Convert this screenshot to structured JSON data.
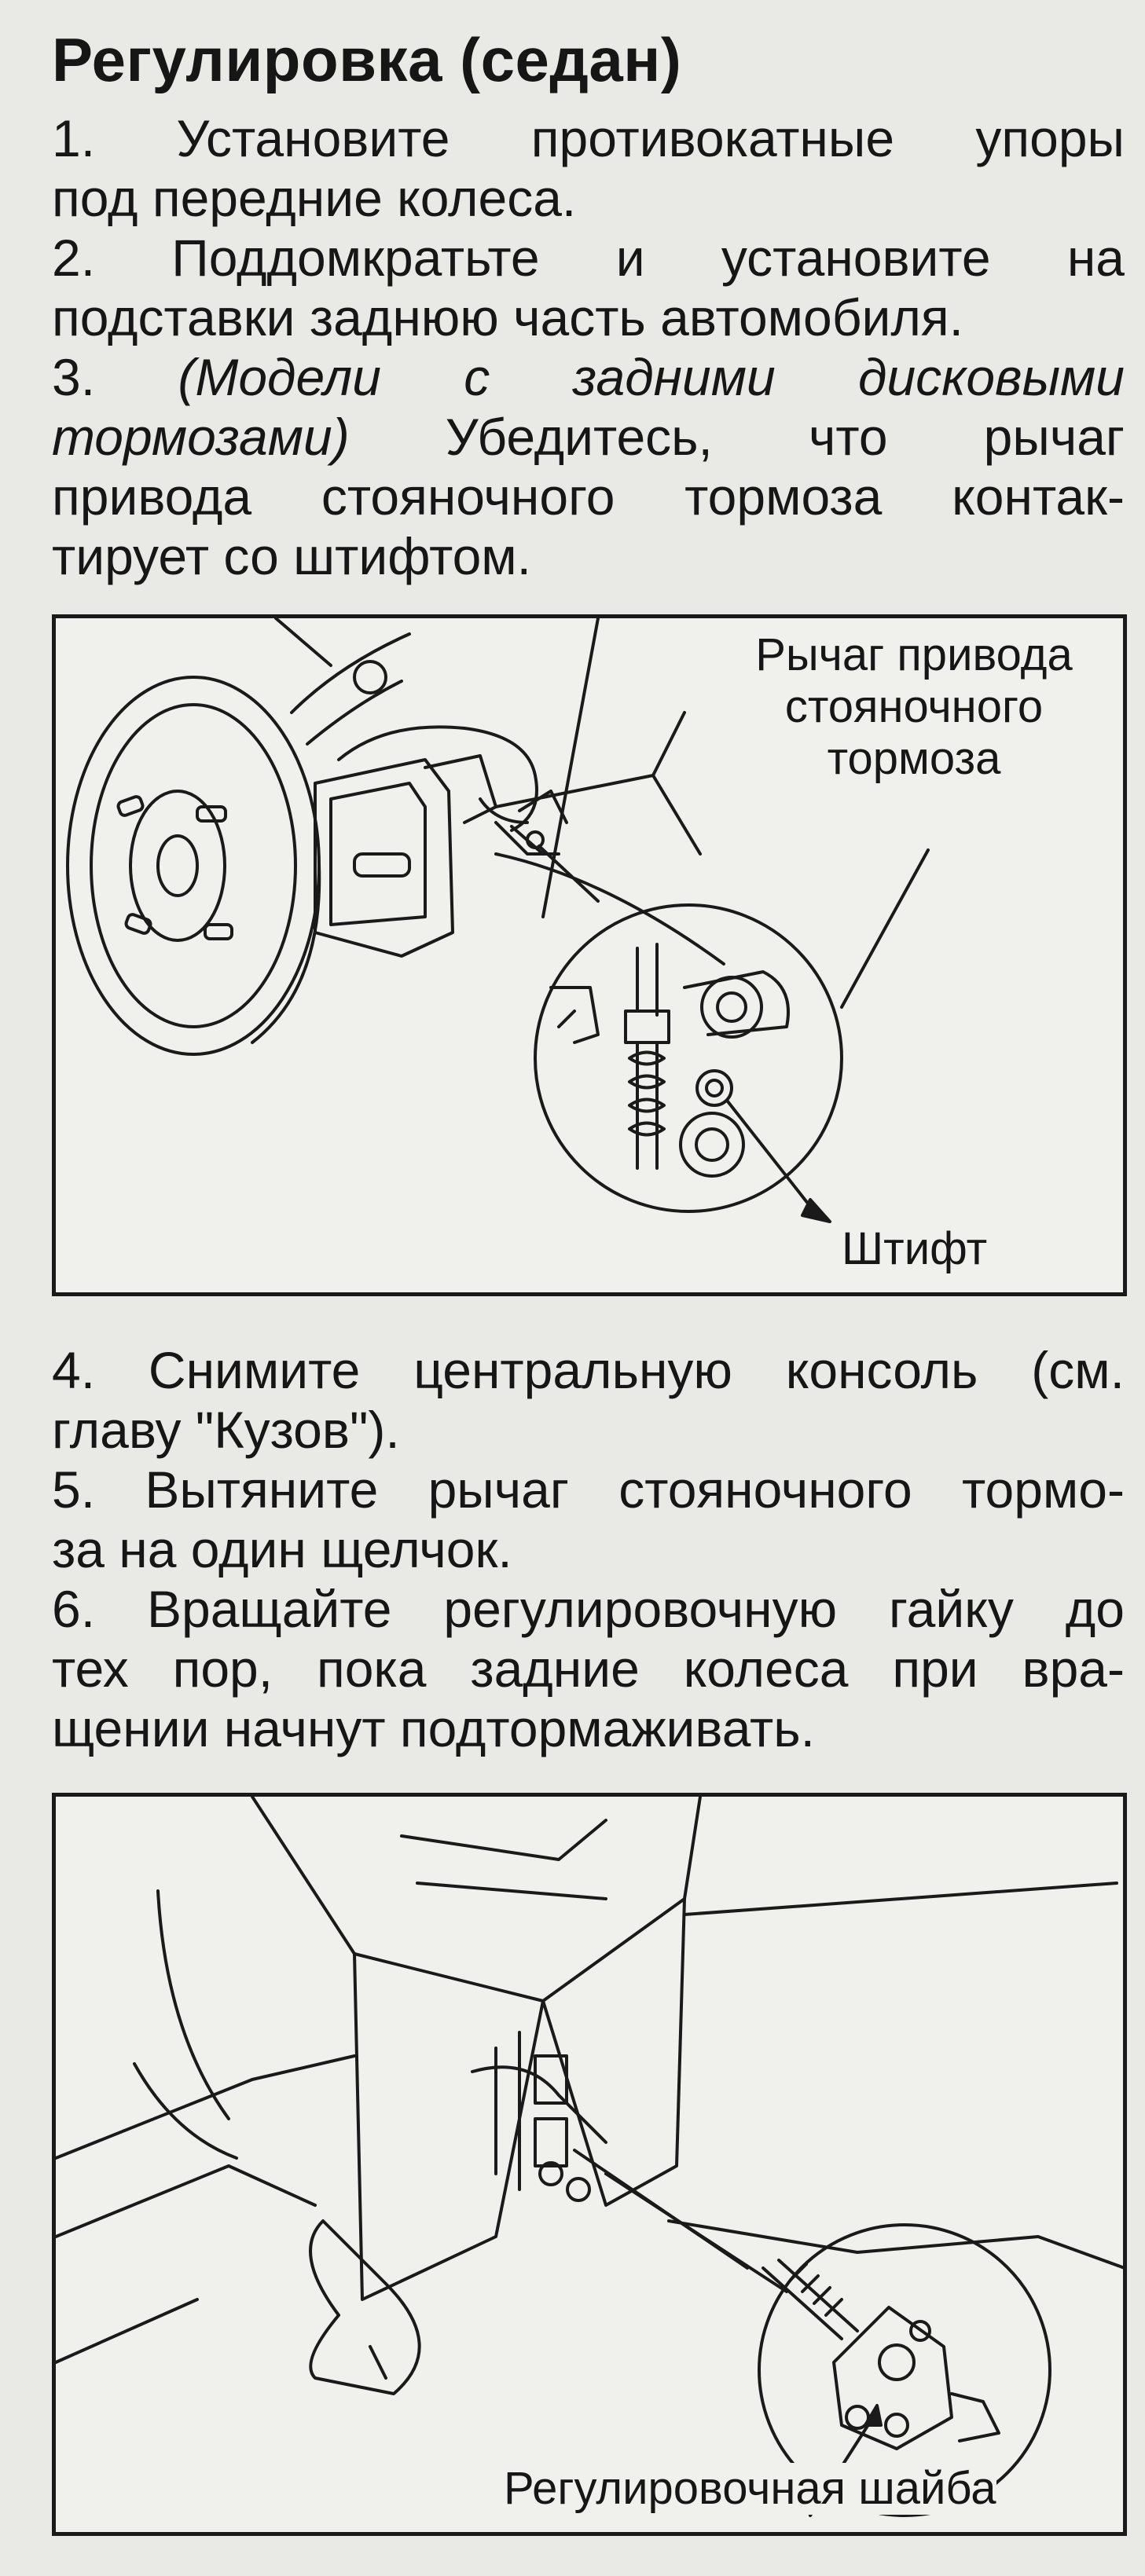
{
  "heading": "Регулировка (седан)",
  "steps_top": {
    "s1_a": "1. Установите противокатные упоры",
    "s1_b": "под передние колеса.",
    "s2_a": "2. Поддомкратьте и установите на",
    "s2_b": "подставки заднюю часть автомобиля.",
    "s3_num": "3.",
    "s3_italic_a": "(Модели с задними дисковыми",
    "s3_italic_b": "тормозами)",
    "s3_b_rest": " Убедитесь, что рычаг",
    "s3_c": "привода стояночного тормоза контак-",
    "s3_d": "тирует со штифтом."
  },
  "figure1": {
    "label_lever_1": "Рычаг привода",
    "label_lever_2": "стояночного",
    "label_lever_3": "тормоза",
    "label_pin": "Штифт"
  },
  "steps_mid": {
    "s4_a": "4. Снимите центральную консоль (см.",
    "s4_b": "главу \"Кузов\").",
    "s5_a": "5. Вытяните рычаг стояночного тормо-",
    "s5_b": "за на один щелчок.",
    "s6_a": "6. Вращайте регулировочную гайку до",
    "s6_b": "тех пор, пока задние колеса при вра-",
    "s6_c": "щении начнут подтормаживать."
  },
  "figure2": {
    "label_washer": "Регулировочная шайба"
  }
}
